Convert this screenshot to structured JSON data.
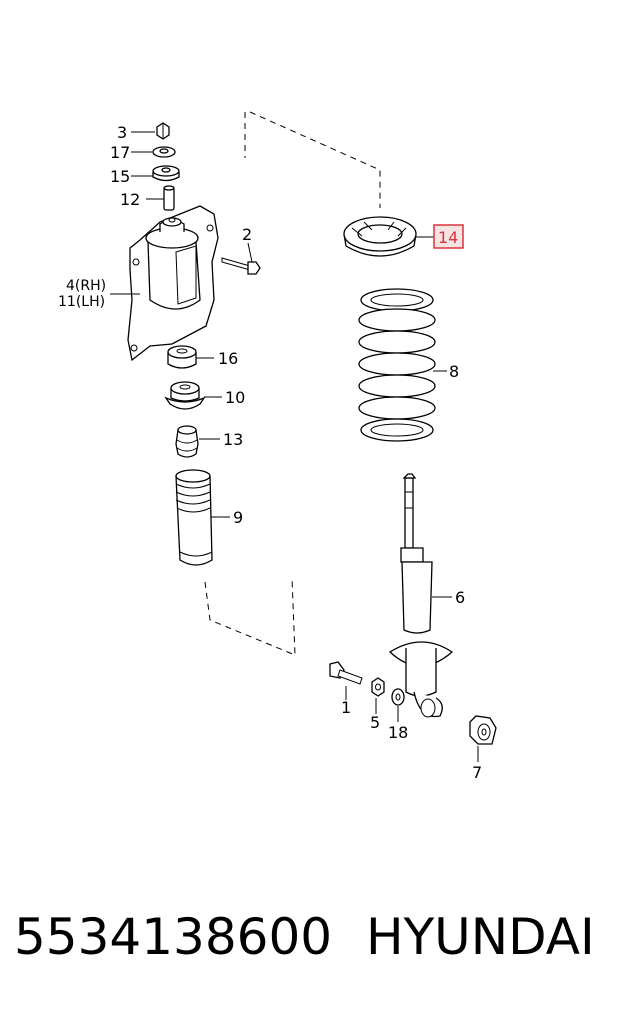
{
  "callouts": {
    "c1": "1",
    "c2": "2",
    "c3": "3",
    "c4": "4(RH)",
    "c11": "11(LH)",
    "c5": "5",
    "c6": "6",
    "c7": "7",
    "c8": "8",
    "c9": "9",
    "c10": "10",
    "c12": "12",
    "c13": "13",
    "c14": "14",
    "c15": "15",
    "c16": "16",
    "c17": "17",
    "c18": "18"
  },
  "highlight": {
    "label": "14",
    "color": "#d9343a",
    "fill": "#f6e3e4"
  },
  "footer": {
    "part_number": "5534138600",
    "brand": "HYUNDAI"
  }
}
